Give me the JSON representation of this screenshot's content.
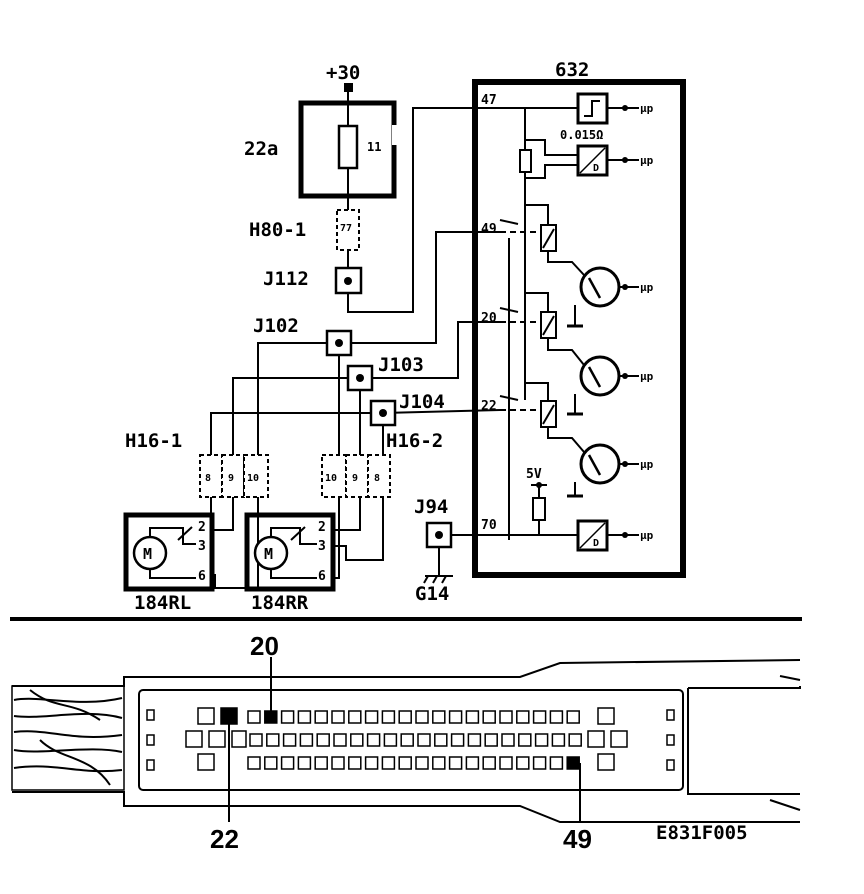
{
  "labels": {
    "supply": "+30",
    "fuse_box": "22a",
    "fuse_num": "11",
    "h80": "H80-1",
    "h80_pins": "77",
    "j112": "J112",
    "j102": "J102",
    "j103": "J103",
    "j104": "J104",
    "h16_1": "H16-1",
    "h16_2": "H16-2",
    "h16_1_pins": [
      "8",
      "9",
      "10"
    ],
    "h16_2_pins": [
      "10",
      "9",
      "8"
    ],
    "motor_rl": "184RL",
    "motor_rr": "184RR",
    "motor_symbol": "M",
    "motor_pins": [
      "2",
      "3",
      "6"
    ],
    "j94": "J94",
    "g14": "G14",
    "ecu": "632",
    "shunt": "0.015Ω",
    "ref_voltage": "5V",
    "pin47": "47",
    "pin49": "49",
    "pin20": "20",
    "pin22": "22",
    "pin70": "70",
    "mu_p": "μp",
    "adc": "D"
  },
  "connector": {
    "callout_top": "20",
    "callout_bottom_left": "22",
    "callout_bottom_right": "49",
    "figure_code": "E831F005"
  }
}
